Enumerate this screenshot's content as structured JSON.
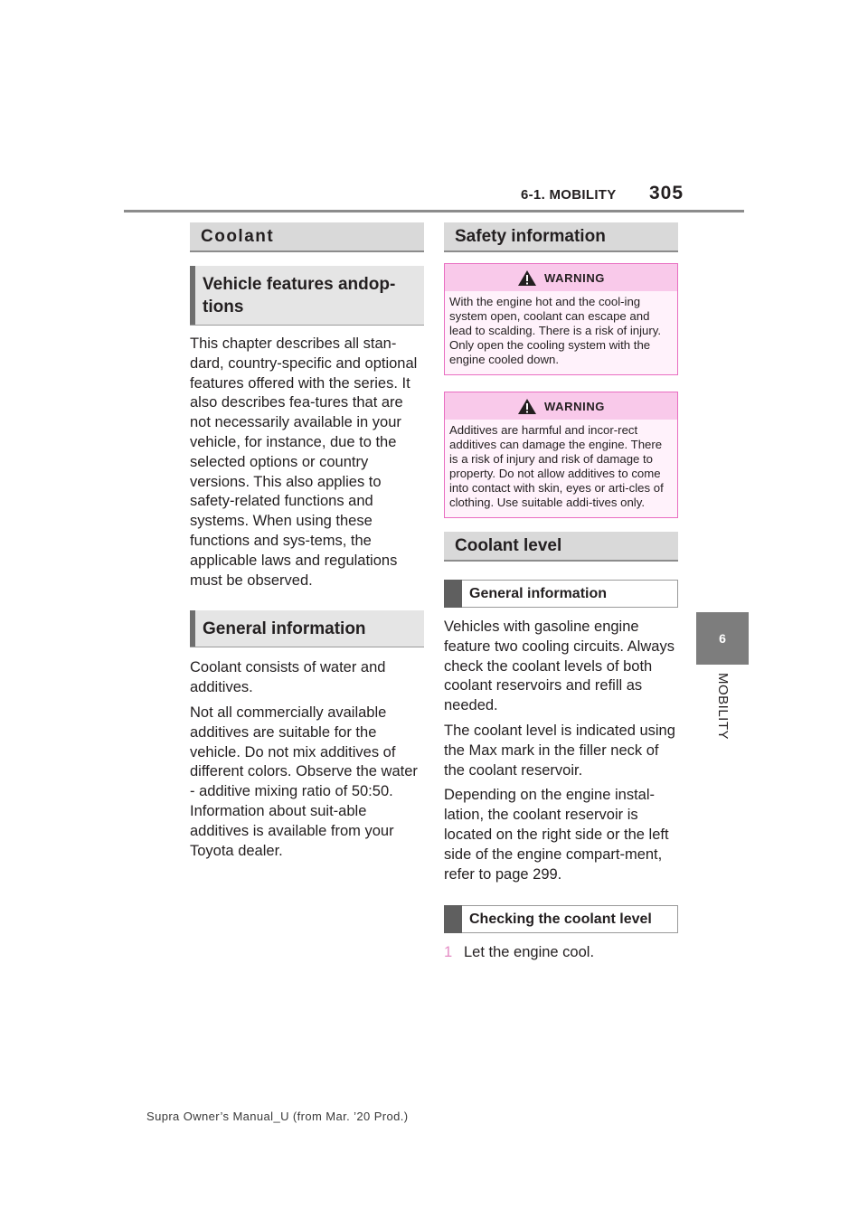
{
  "header": {
    "section": "6-1. MOBILITY",
    "page_number": "305"
  },
  "side_tab": {
    "number": "6",
    "label": "MOBILITY"
  },
  "left_column": {
    "title": "Coolant",
    "subsections": [
      {
        "heading": "Vehicle features andop-tions",
        "paragraphs": [
          "This chapter describes all stan-dard, country-specific and optional features offered with the series. It also describes fea-tures that are not necessarily available in your vehicle, for instance, due to the selected options or country versions. This also applies to safety-related functions and systems. When using these functions and sys-tems, the applicable laws and regulations must be observed."
        ]
      },
      {
        "heading": "General information",
        "paragraphs": [
          "Coolant consists of water and additives.",
          "Not all commercially available additives are suitable for the vehicle. Do not mix additives of different colors. Observe the water - additive mixing ratio of 50:50. Information about suit-able additives is available from your Toyota dealer."
        ]
      }
    ]
  },
  "right_column": {
    "safety_title": "Safety information",
    "warnings": [
      {
        "label": "WARNING",
        "text": "With the engine hot and the cool-ing system open, coolant can escape and lead to scalding. There is a risk of injury. Only open the cooling system with the engine cooled down."
      },
      {
        "label": "WARNING",
        "text": "Additives are harmful and incor-rect additives can damage the engine. There is a risk of injury and risk of damage to property. Do not allow additives to come into contact with skin, eyes or arti-cles of clothing. Use suitable addi-tives only."
      }
    ],
    "level_title": "Coolant level",
    "general_heading": "General information",
    "general_paragraphs": [
      "Vehicles with gasoline engine feature two cooling circuits. Always check the coolant levels of both coolant reservoirs and refill as needed.",
      "The coolant level is indicated using the Max mark in the filler neck of the coolant reservoir.",
      "Depending on the engine instal-lation, the coolant reservoir is located on the right side or the left side of the engine compart-ment, refer to page 299."
    ],
    "checking_heading": "Checking the coolant level",
    "steps": [
      {
        "number": "1",
        "text": "Let the engine cool."
      }
    ]
  },
  "footer": {
    "text": "Supra Owner’s Manual_U (from Mar. ’20 Prod.)"
  }
}
